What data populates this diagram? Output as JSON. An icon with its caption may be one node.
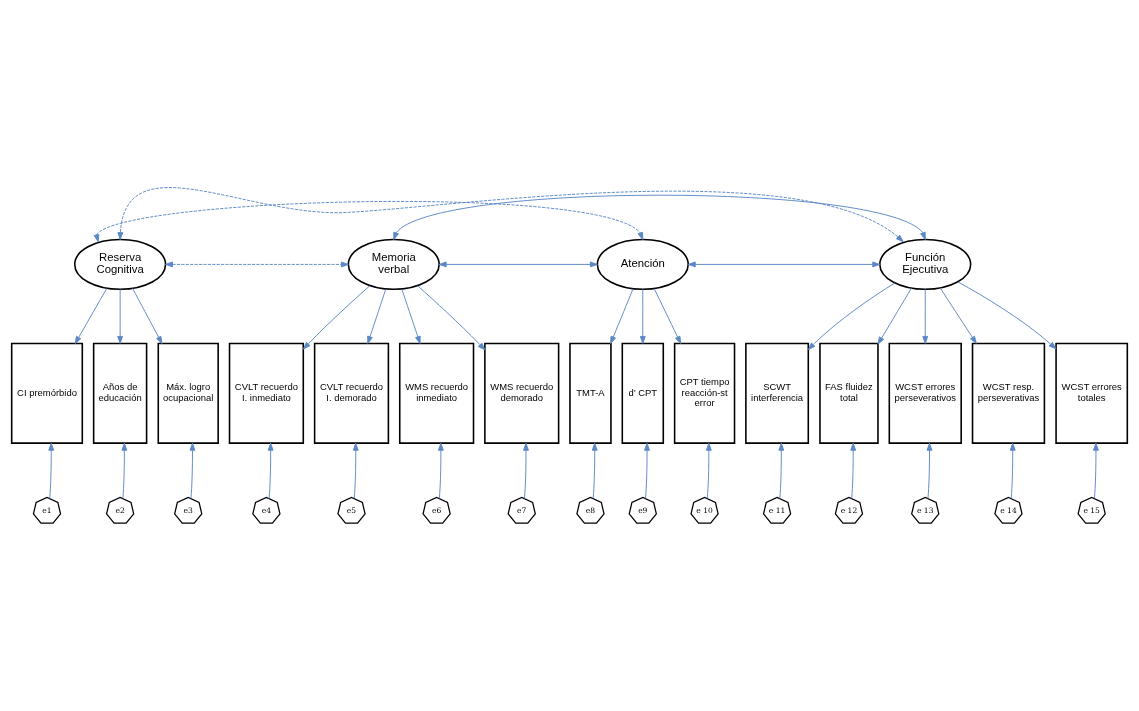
{
  "diagram": {
    "nodes": [
      {
        "text": [
          "Reserva Cognitiva"
        ]
      },
      {
        "text": [
          "Memoria verbal"
        ]
      },
      {
        "text": [
          "Atención"
        ]
      },
      {
        "text": [
          "Función Ejecutiva"
        ]
      },
      {
        "text": [
          "CI premórbido"
        ]
      },
      {
        "text": [
          "Años de educación"
        ]
      },
      {
        "text": [
          "Máx. logro ocupacional"
        ]
      },
      {
        "text": [
          "CVLT recuerdo I. inmediato"
        ]
      },
      {
        "text": [
          "CVLT recuerdo I. demorado"
        ]
      },
      {
        "text": [
          "WMS recuerdo inmediato"
        ]
      },
      {
        "text": [
          "WMS recuerdo demorado"
        ]
      },
      {
        "text": [
          "TMT-A"
        ]
      },
      {
        "text": [
          "d’ CPT"
        ]
      },
      {
        "text": [
          "CPT tiempo reacción-st error"
        ]
      },
      {
        "text": [
          "SCWT interferencia"
        ]
      },
      {
        "text": [
          "FAS fluidez total"
        ]
      },
      {
        "text": [
          "WCST errores perseverativos"
        ]
      },
      {
        "text": [
          "WCST resp. perseverativas"
        ]
      },
      {
        "text": [
          "WCST errores totales"
        ]
      },
      {
        "text": [
          "e1"
        ]
      },
      {
        "text": [
          "e2"
        ]
      },
      {
        "text": [
          "e3"
        ]
      },
      {
        "text": [
          "e4"
        ]
      },
      {
        "text": [
          "e5"
        ]
      },
      {
        "text": [
          "e6"
        ]
      },
      {
        "text": [
          "e7"
        ]
      },
      {
        "text": [
          "e8"
        ]
      },
      {
        "text": [
          "e9"
        ]
      },
      {
        "text": [
          "e 10"
        ]
      },
      {
        "text": [
          "e 11"
        ]
      },
      {
        "text": [
          "e 12"
        ]
      },
      {
        "text": [
          "e 13"
        ]
      },
      {
        "text": [
          "e 14"
        ]
      },
      {
        "text": [
          "e 15"
        ]
      }
    ],
    "edges": [
      {
        "from": 0,
        "to": 1,
        "arrow": "both",
        "style": "dashed"
      },
      {
        "from": 0,
        "to": 2,
        "arrow": "both",
        "style": "dashed"
      },
      {
        "from": 0,
        "to": 3,
        "arrow": "both",
        "style": "dashed"
      },
      {
        "from": 1,
        "to": 2,
        "arrow": "both"
      },
      {
        "from": 1,
        "to": 3,
        "arrow": "both"
      },
      {
        "from": 2,
        "to": 3,
        "arrow": "both"
      },
      {
        "from": 0,
        "to": 4,
        "arrow": "to"
      },
      {
        "from": 0,
        "to": 5,
        "arrow": "to"
      },
      {
        "from": 0,
        "to": 6,
        "arrow": "to"
      },
      {
        "from": 1,
        "to": 7,
        "arrow": "to"
      },
      {
        "from": 1,
        "to": 8,
        "arrow": "to"
      },
      {
        "from": 1,
        "to": 9,
        "arrow": "to"
      },
      {
        "from": 1,
        "to": 10,
        "arrow": "to"
      },
      {
        "from": 2,
        "to": 11,
        "arrow": "to"
      },
      {
        "from": 2,
        "to": 12,
        "arrow": "to"
      },
      {
        "from": 2,
        "to": 13,
        "arrow": "to"
      },
      {
        "from": 3,
        "to": 14,
        "arrow": "to"
      },
      {
        "from": 3,
        "to": 15,
        "arrow": "to"
      },
      {
        "from": 3,
        "to": 16,
        "arrow": "to"
      },
      {
        "from": 3,
        "to": 17,
        "arrow": "to"
      },
      {
        "from": 3,
        "to": 18,
        "arrow": "to"
      },
      {
        "from": 19,
        "to": 4,
        "arrow": "to"
      },
      {
        "from": 20,
        "to": 5,
        "arrow": "to"
      },
      {
        "from": 21,
        "to": 6,
        "arrow": "to"
      },
      {
        "from": 22,
        "to": 7,
        "arrow": "to"
      },
      {
        "from": 23,
        "to": 8,
        "arrow": "to"
      },
      {
        "from": 24,
        "to": 9,
        "arrow": "to"
      },
      {
        "from": 25,
        "to": 10,
        "arrow": "to"
      },
      {
        "from": 26,
        "to": 11,
        "arrow": "to"
      },
      {
        "from": 27,
        "to": 12,
        "arrow": "to"
      },
      {
        "from": 28,
        "to": 13,
        "arrow": "to"
      },
      {
        "from": 29,
        "to": 14,
        "arrow": "to"
      },
      {
        "from": 30,
        "to": 15,
        "arrow": "to"
      },
      {
        "from": 31,
        "to": 16,
        "arrow": "to"
      },
      {
        "from": 32,
        "to": 17,
        "arrow": "to"
      },
      {
        "from": 33,
        "to": 18,
        "arrow": "to"
      }
    ]
  }
}
